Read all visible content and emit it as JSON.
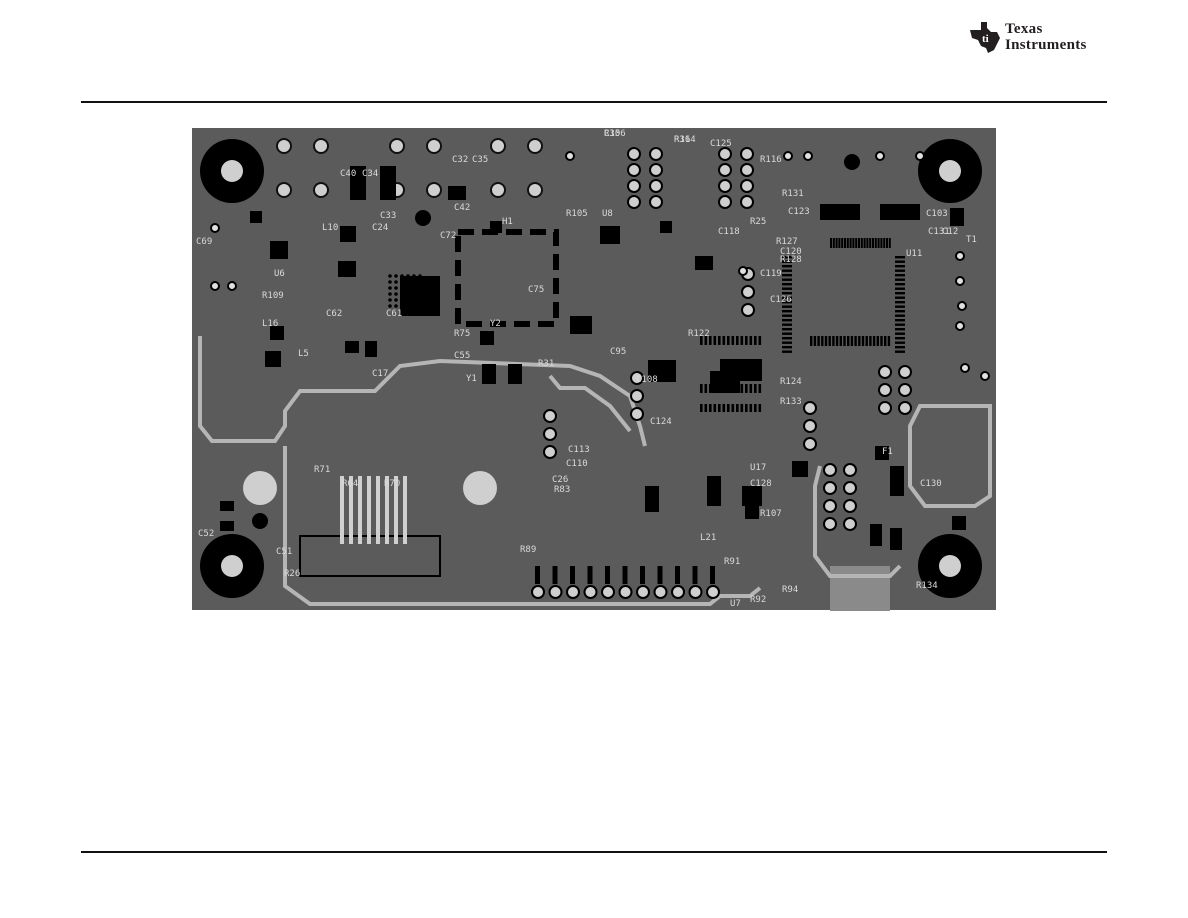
{
  "header": {
    "brand_line1": "Texas",
    "brand_line2": "Instruments"
  },
  "figure": {
    "description_labels": [
      "C106",
      "R114",
      "C125",
      "R116",
      "R131",
      "C123",
      "R25",
      "C118",
      "R127",
      "C120",
      "U8",
      "R105",
      "C33",
      "C40",
      "C34",
      "C32",
      "C35",
      "C42",
      "H1",
      "C72",
      "C75",
      "L10",
      "C24",
      "C69",
      "U6",
      "R109",
      "L16",
      "L5",
      "C62",
      "C17",
      "C61",
      "R75",
      "C55",
      "Y1",
      "Y2",
      "R31",
      "C95",
      "C108",
      "R124",
      "R133",
      "C124",
      "C113",
      "C110",
      "C26",
      "R83",
      "C52",
      "C51",
      "R71",
      "R64",
      "R70",
      "R26",
      "R89",
      "L21",
      "R122",
      "C119",
      "R128",
      "C126",
      "C128",
      "F1",
      "C130",
      "C131",
      "T1",
      "U11",
      "R134",
      "U17",
      "R107",
      "U7",
      "R92",
      "R94",
      "R91",
      "C103",
      "C12",
      "R35",
      "R36"
    ]
  }
}
